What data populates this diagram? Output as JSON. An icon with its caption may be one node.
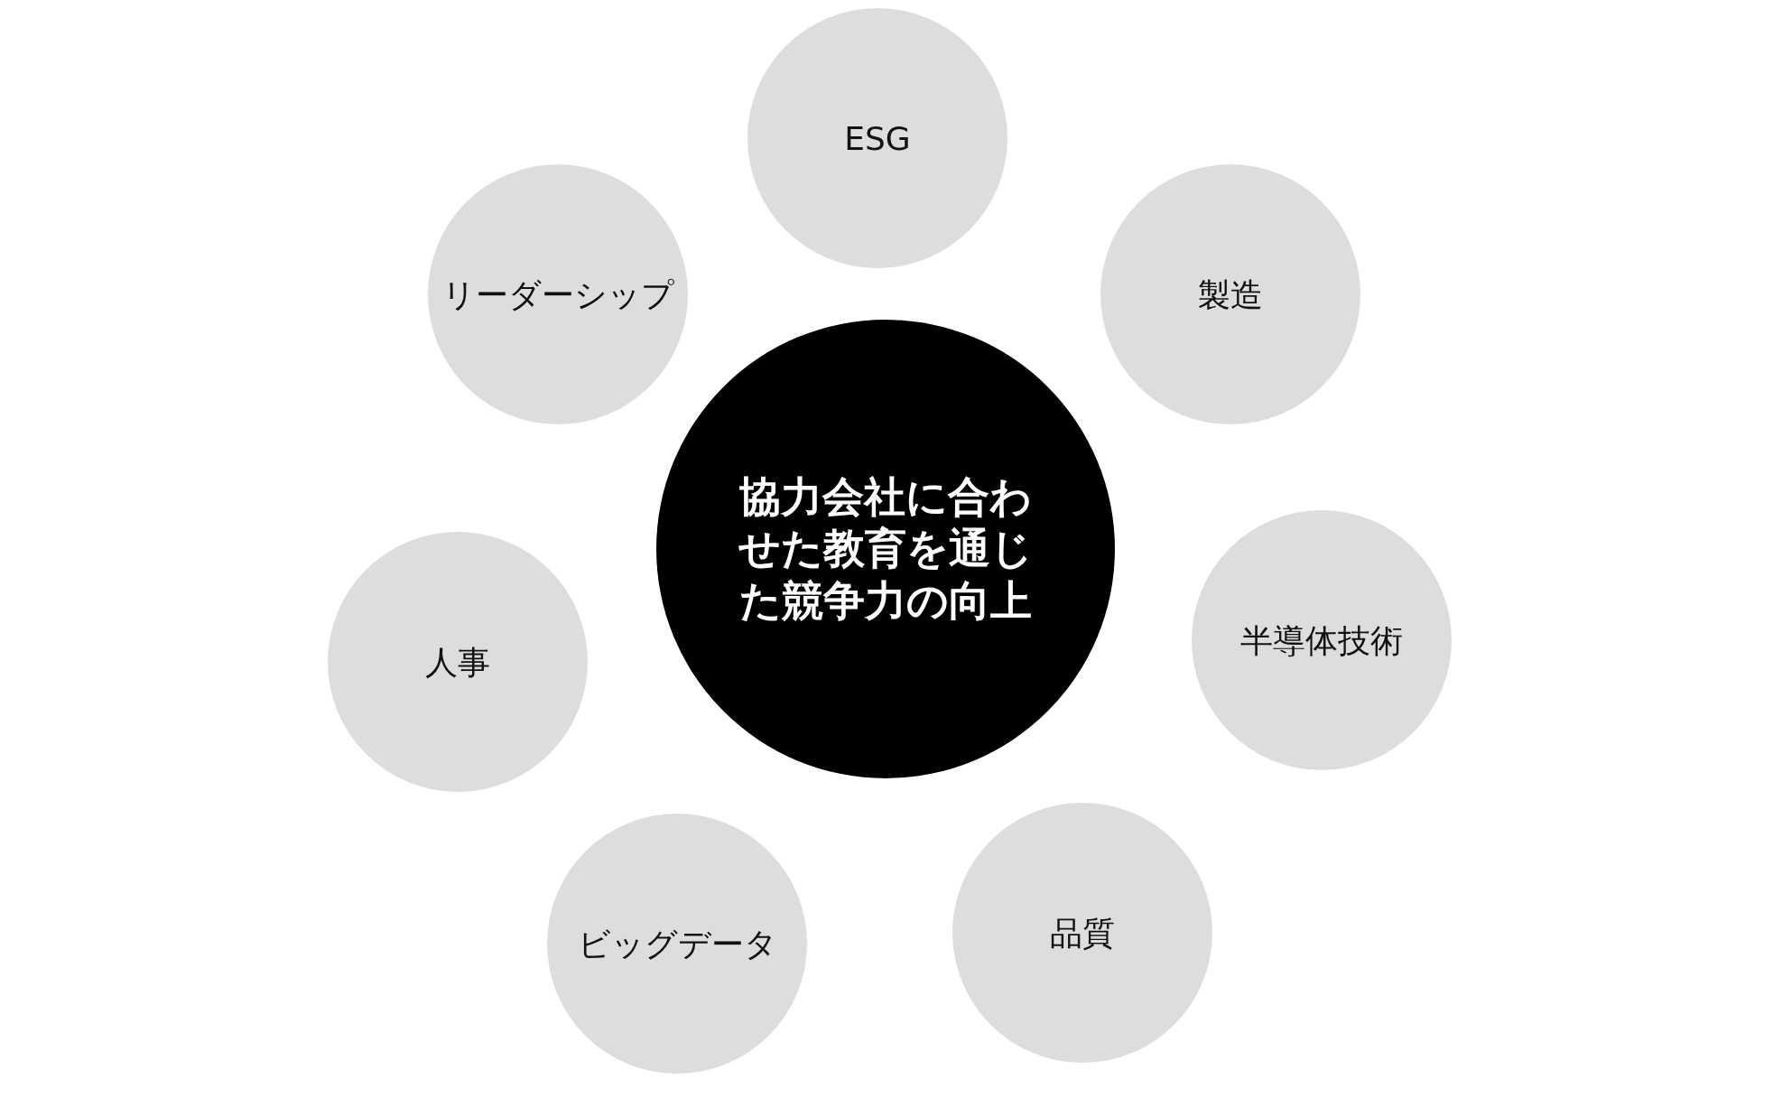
{
  "diagram": {
    "nodes": [
      {
        "text": [
          "ESG"
        ]
      },
      {
        "text": [
          "リーダーシップ"
        ]
      },
      {
        "text": [
          "製造"
        ]
      },
      {
        "text": [
          "協力会社に合わせた教育を通じた競争力の向上"
        ]
      },
      {
        "text": [
          "半導体技術"
        ]
      },
      {
        "text": [
          "人事"
        ]
      },
      {
        "text": [
          "品質"
        ]
      },
      {
        "text": [
          "ビッグデータ"
        ]
      }
    ]
  }
}
